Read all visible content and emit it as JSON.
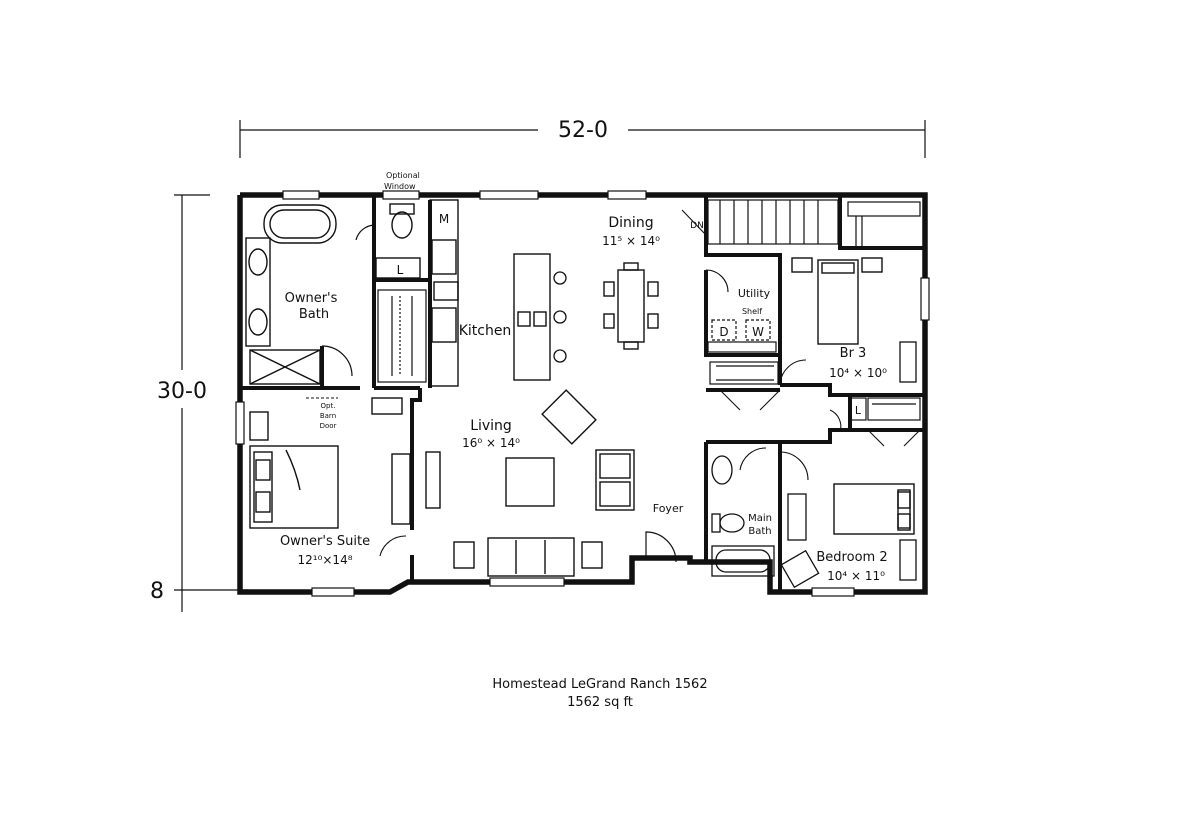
{
  "dimensions": {
    "width": "52-0",
    "depth": "30-0",
    "offset": "8"
  },
  "rooms": {
    "owners_bath": {
      "name_line1": "Owner's",
      "name_line2": "Bath"
    },
    "kitchen": {
      "name": "Kitchen"
    },
    "dining": {
      "name": "Dining",
      "size": "11⁵ × 14⁰"
    },
    "utility": {
      "name": "Utility",
      "shelf": "Shelf",
      "dryer": "D",
      "washer": "W"
    },
    "br3": {
      "name": "Br 3",
      "size": "10⁴ × 10⁰"
    },
    "living": {
      "name": "Living",
      "size": "16⁰ × 14⁰"
    },
    "owners_suite": {
      "name": "Owner's Suite",
      "size": "12¹⁰×14⁸"
    },
    "foyer": {
      "name": "Foyer"
    },
    "main_bath": {
      "name_line1": "Main",
      "name_line2": "Bath"
    },
    "bedroom2": {
      "name": "Bedroom 2",
      "size": "10⁴ × 11⁰"
    }
  },
  "notes": {
    "optional_window_line1": "Optional",
    "optional_window_line2": "Window",
    "barn_door_line1": "Opt.",
    "barn_door_line2": "Barn",
    "barn_door_line3": "Door",
    "linen_closet": "L",
    "linen_closet_hall": "L",
    "microwave": "M",
    "stairs_down": "DN"
  },
  "caption": {
    "title": "Homestead LeGrand Ranch 1562",
    "area": "1562 sq ft"
  }
}
